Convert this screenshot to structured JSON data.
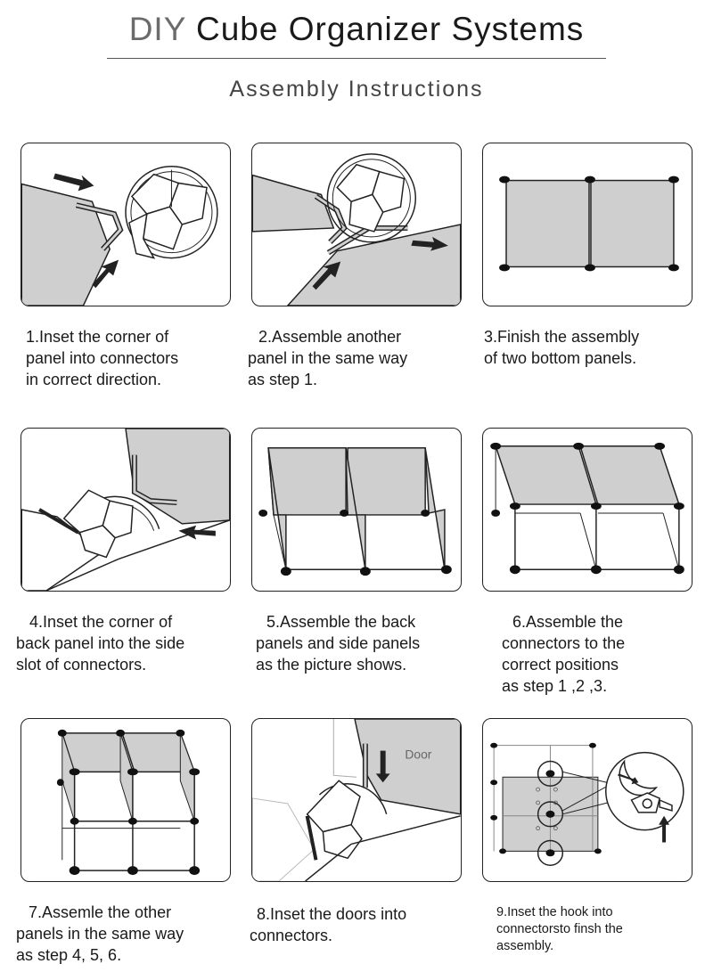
{
  "header": {
    "title_prefix": "DIY",
    "title_rest": "Cube Organizer Systems",
    "subtitle": "Assembly Instructions"
  },
  "steps": [
    {
      "lines": [
        "1.Inset the corner of",
        "panel into connectors",
        "in correct direction."
      ]
    },
    {
      "lines": [
        "2.Assemble another",
        "panel in the same way",
        "as step 1."
      ]
    },
    {
      "lines": [
        "3.Finish the assembly",
        "of two bottom panels."
      ]
    },
    {
      "lines": [
        "4.Inset the corner of",
        "back panel into the side",
        "slot of connectors."
      ]
    },
    {
      "lines": [
        "5.Assemble the back",
        "panels and side panels",
        "as the picture shows."
      ]
    },
    {
      "lines": [
        "6.Assemble the",
        "connectors to the",
        "correct positions",
        "as step 1 ,2 ,3."
      ]
    },
    {
      "lines": [
        "7.Assemle the other",
        "panels in the same way",
        "as step 4, 5, 6."
      ]
    },
    {
      "lines": [
        "8.Inset the doors into",
        "connectors."
      ]
    },
    {
      "lines": [
        "9.Inset the hook  into",
        "connectorsto finsh the",
        "assembly."
      ]
    }
  ],
  "diagram": {
    "door_label": "Door"
  },
  "colors": {
    "panel_fill": "#cfcfcf",
    "line": "#222222",
    "dot": "#111111"
  }
}
